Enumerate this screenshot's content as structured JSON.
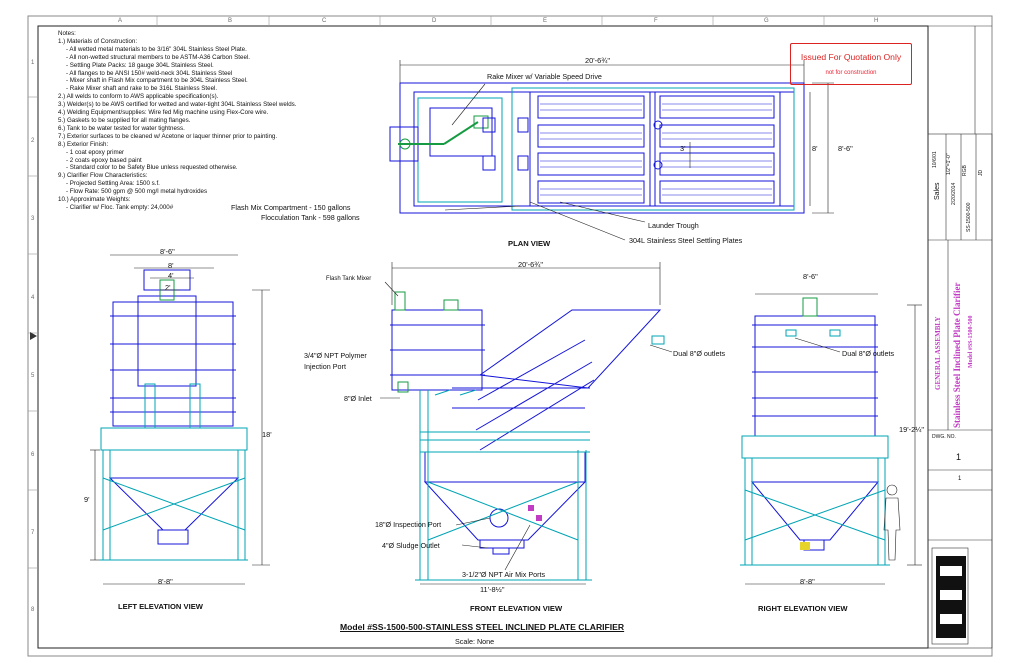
{
  "grid": {
    "columns": [
      "A",
      "B",
      "C",
      "D",
      "E",
      "F",
      "G",
      "H"
    ],
    "rows": [
      "1",
      "2",
      "3",
      "4",
      "5",
      "6",
      "7",
      "8"
    ]
  },
  "notes": {
    "lines": [
      "Notes:",
      "1.) Materials of Construction:",
      "    - All wetted metal materials to be 3/16\" 304L Stainless Steel Plate.",
      "    - All non-wetted structural members to be ASTM-A36 Carbon Steel.",
      "    - Settling Plate Packs: 18 gauge 304L Stainless Steel.",
      "    - All flanges to be ANSI 150# weld-neck 304L Stainless Steel",
      "    - Mixer shaft in Flash Mix compartment to be 304L Stainless Steel.",
      "    - Rake Mixer shaft and rake to be 316L Stainless Steel.",
      "2.) All welds to conform to AWS applicable specification(s).",
      "3.) Welder(s) to be AWS certified for wetted and water-tight 304L Stainless Steel welds.",
      "4.) Welding Equipment/supplies: Wire fed Mig machine using Flex-Core wire.",
      "5.) Gaskets to be supplied for all mating flanges.",
      "6.) Tank to be water tested for water tightness.",
      "7.) Exterior surfaces to be cleaned w/ Acetone or laquer thinner prior to painting.",
      "8.) Exterior Finish:",
      "    - 1 coat epoxy primer",
      "    - 2 coats epoxy based paint",
      "    - Standard color to be Safety Blue unless requested otherwise.",
      "9.) Clarifier Flow Characteristics:",
      "    - Projected Settling Area: 1500 s.f.",
      "    - Flow Rate: 500 gpm @ 500 mg/l metal hydroxides",
      "10.) Approximate Weights:",
      "    - Clarifier w/ Floc. Tank empty: 24,000#"
    ]
  },
  "stamp": {
    "main": "Issued For Quotation Only",
    "sub": "not for construction"
  },
  "plan_view": {
    "title": "PLAN VIEW",
    "dim_length": "20'-6¾\"",
    "dim_width_outer": "8'-6\"",
    "dim_width_inner": "8'",
    "dim_center": "3'",
    "rake_mixer": "Rake Mixer w/ Variable Speed Drive",
    "flash_mix": "Flash Mix Compartment - 150 gallons",
    "floc_tank": "Flocculation Tank - 598 gallons",
    "launder": "Launder Trough",
    "plates": "304L Stainless Steel Settling Plates"
  },
  "left_view": {
    "title": "LEFT ELEVATION VIEW",
    "dim_top_outer": "8'-6\"",
    "dim_top_8": "8'",
    "dim_top_4": "4'",
    "dim_top_2": "2'",
    "dim_height": "18'",
    "dim_9": "9'",
    "dim_base": "8'-8\""
  },
  "front_view": {
    "title": "FRONT ELEVATION VIEW",
    "dim_length": "20'-6¾\"",
    "dim_base": "11'-8½\"",
    "flash_mixer": "Flash Tank Mixer",
    "polymer": "3/4\"Ø NPT Polymer",
    "polymer2": "Injection Port",
    "inlet": "8\"Ø Inlet",
    "outlets": "Dual 8\"Ø outlets",
    "inspection": "18\"Ø Inspection Port",
    "sludge": "4\"Ø Sludge Outlet",
    "airmix": "3-1/2\"Ø NPT Air Mix Ports"
  },
  "right_view": {
    "title": "RIGHT ELEVATION VIEW",
    "dim_top": "8'-6\"",
    "dim_height": "19'-2¼\"",
    "dim_base": "8'-8\"",
    "outlets": "Dual 8\"Ø outlets"
  },
  "drawing": {
    "title": "Model #SS-1500-500-STAINLESS STEEL INCLINED PLATE CLARIFIER",
    "scale": "Scale: None"
  },
  "title_block": {
    "general": "GENERAL ASSEMBLY",
    "product": "Stainless Steel Inclined Plate Clarifier",
    "model": "Model #SS-1500-500",
    "job": "Sales",
    "drawn": "RGB",
    "checked": "JD",
    "date1": "10/6/01",
    "date2": "2/20/2014",
    "dwg_label": "DWG. NO.",
    "dwg_no": "1",
    "sheet_no": "1",
    "dwgno_value": "SS-1500-500",
    "scale_value": "1/2\"=1'-0\""
  },
  "colors": {
    "structure": "#1414d8",
    "cyan": "#00a4b4",
    "green": "#169b43",
    "magenta": "#c23bc4",
    "stamp": "#dd2222"
  }
}
